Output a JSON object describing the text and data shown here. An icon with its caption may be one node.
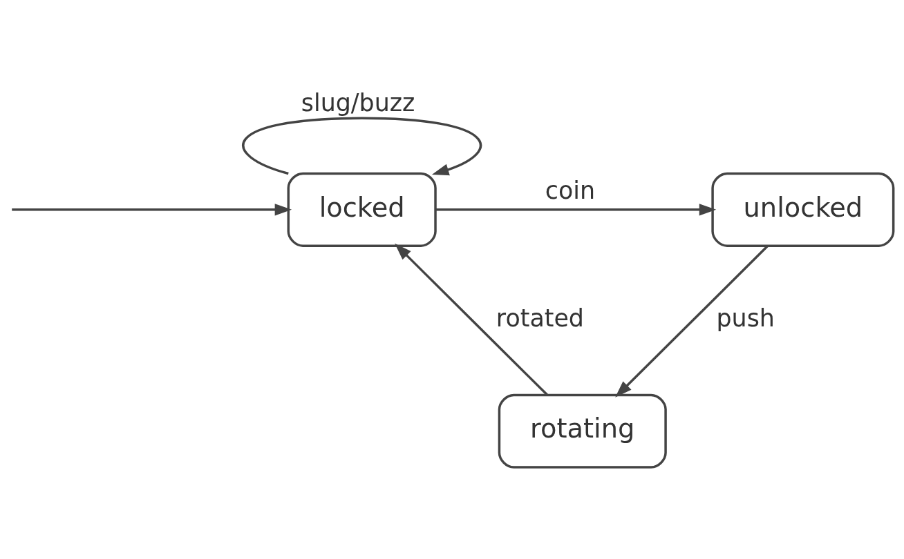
{
  "diagram": {
    "nodes": [
      {
        "text": [
          "locked"
        ]
      },
      {
        "text": [
          "unlocked"
        ]
      },
      {
        "text": [
          "rotating"
        ]
      }
    ],
    "edges": [
      {
        "from": null,
        "to": 0,
        "arrow": "to"
      },
      {
        "from": 0,
        "to": 0,
        "arrow": "to",
        "label": "slug/buzz"
      },
      {
        "from": 0,
        "to": 1,
        "arrow": "to",
        "label": "coin"
      },
      {
        "from": 1,
        "to": 2,
        "arrow": "to",
        "label": "push"
      },
      {
        "from": 2,
        "to": 0,
        "arrow": "to",
        "label": "rotated"
      }
    ]
  }
}
